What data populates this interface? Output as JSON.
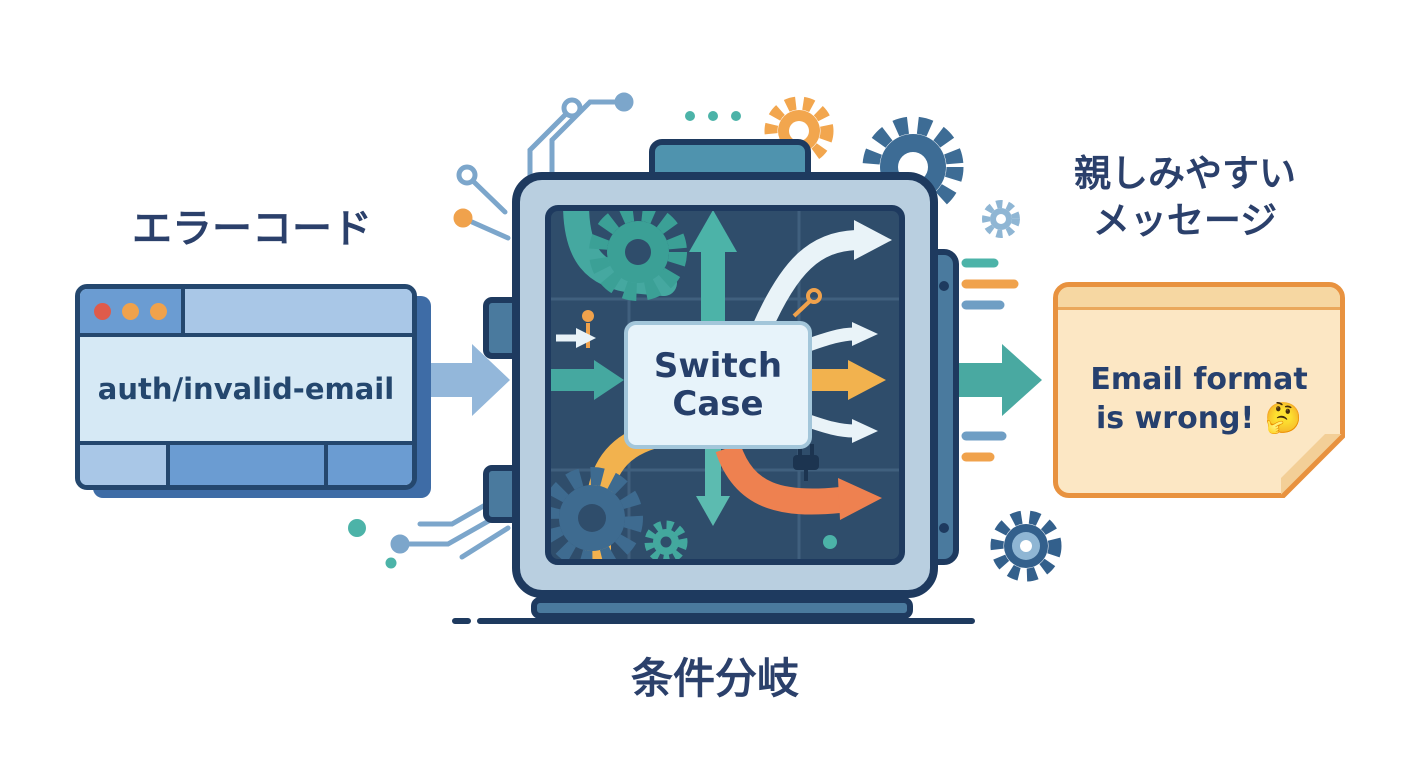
{
  "diagram": {
    "left": {
      "heading": "エラーコード",
      "browser_code": "auth/invalid-email"
    },
    "center": {
      "box_line1": "Switch",
      "box_line2": "Case",
      "caption": "条件分岐"
    },
    "right": {
      "heading_line1": "親しみやすい",
      "heading_line2": "メッセージ",
      "note_text": "Email format is wrong! 🤔"
    },
    "colors": {
      "text_navy": "#2b406b",
      "outline_navy": "#1e3a5f",
      "browser_header_blue": "#6b9cd2",
      "browser_body_blue": "#d6e9f5",
      "browser_shadow_blue": "#3e6ca6",
      "window_dot_red": "#df5b4b",
      "window_dot_orange": "#f0a24c",
      "machine_frame_blue": "#b9cfe0",
      "machine_panel_navy": "#2f4d6b",
      "teal": "#45a8a0",
      "yellow": "#f2b24e",
      "orange": "#ee8150",
      "note_fill": "#fce7c4",
      "note_border": "#e8923f",
      "connector_blue": "#93b7da",
      "connector_teal": "#49a9a1",
      "circuit_blue": "#7ca6cb"
    }
  }
}
